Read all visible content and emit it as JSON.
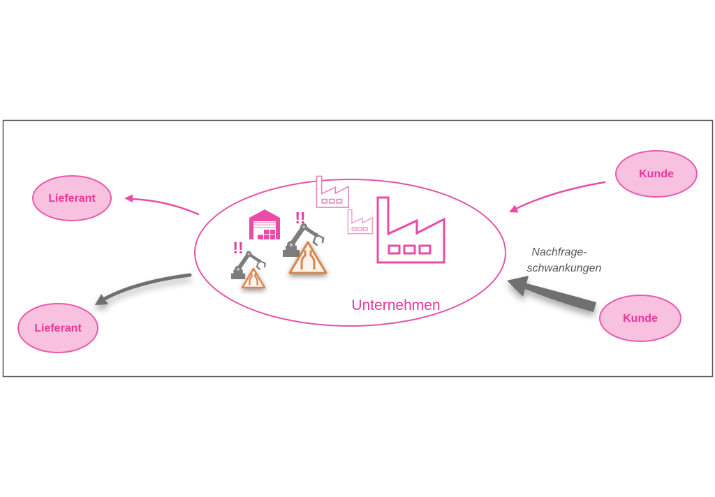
{
  "diagram": {
    "company_label": "Unternehmen",
    "supplier_top_label": "Lieferant",
    "supplier_bottom_label": "Lieferant",
    "customer_top_label": "Kunde",
    "customer_bottom_label": "Kunde",
    "annotation_line1": "Nachfrage-",
    "annotation_line2": "schwankungen",
    "alert_robot_left": "!!",
    "alert_robot_right": "!!"
  },
  "icons": [
    "factory-icon",
    "warehouse-icon",
    "robot-arm-icon",
    "warning-sign-icon"
  ],
  "colors": {
    "pink": "#e6379a",
    "node-fill": "#f8c1df",
    "node-stroke": "#e95aad",
    "flow-gray": "#707070",
    "orange": "#d9844b",
    "annot": "#555555",
    "frame": "#555555"
  }
}
